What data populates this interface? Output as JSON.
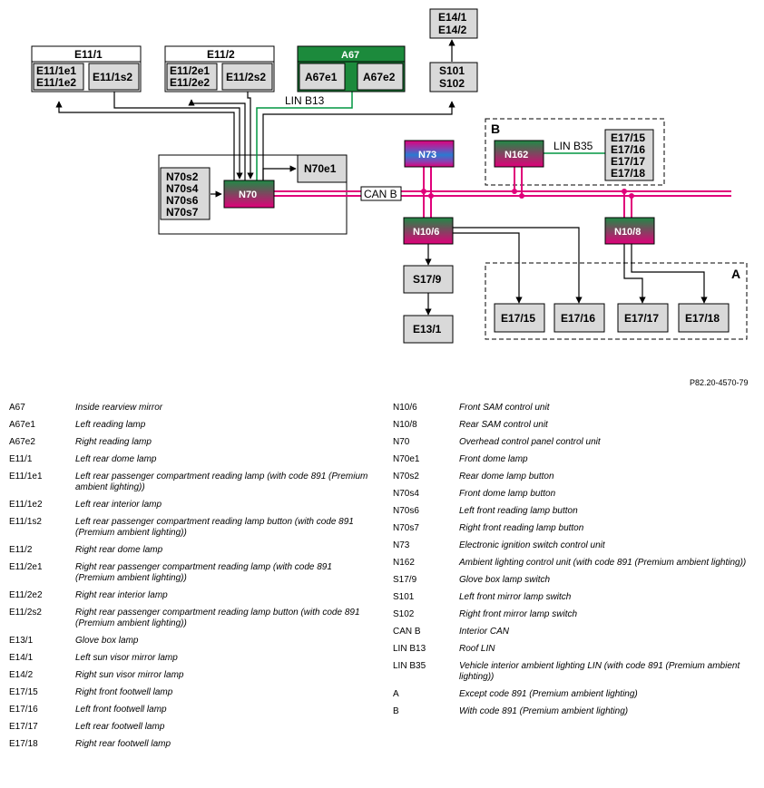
{
  "reference": "P82.20-4570-79",
  "blocks": {
    "e11_1": "E11/1",
    "e11_1e1": "E11/1e1",
    "e11_1e2": "E11/1e2",
    "e11_1s2": "E11/1s2",
    "e11_2": "E11/2",
    "e11_2e1": "E11/2e1",
    "e11_2e2": "E11/2e2",
    "e11_2s2": "E11/2s2",
    "a67": "A67",
    "a67e1": "A67e1",
    "a67e2": "A67e2",
    "e14_1": "E14/1",
    "e14_2": "E14/2",
    "s101": "S101",
    "s102": "S102",
    "n70s2": "N70s2",
    "n70s4": "N70s4",
    "n70s6": "N70s6",
    "n70s7": "N70s7",
    "n70": "N70",
    "n70e1": "N70e1",
    "n73": "N73",
    "n162": "N162",
    "e17_15": "E17/15",
    "e17_16": "E17/16",
    "e17_17": "E17/17",
    "e17_18": "E17/18",
    "n10_6": "N10/6",
    "n10_8": "N10/8",
    "s17_9": "S17/9",
    "e13_1": "E13/1",
    "lin_b13": "LIN B13",
    "lin_b35": "LIN B35",
    "can_b": "CAN B",
    "group_a": "A",
    "group_b": "B"
  },
  "colors": {
    "can": "#e0007a",
    "lin": "#009640",
    "a67_header": "#1c8a3c",
    "box": "#d9d9d9"
  },
  "legend_left": [
    {
      "code": "A67",
      "desc": "Inside rearview mirror"
    },
    {
      "code": "A67e1",
      "desc": "Left reading lamp"
    },
    {
      "code": "A67e2",
      "desc": "Right reading lamp"
    },
    {
      "code": "E11/1",
      "desc": "Left rear dome lamp"
    },
    {
      "code": "E11/1e1",
      "desc": "Left rear passenger compartment reading lamp (with code 891 (Premium ambient lighting))"
    },
    {
      "code": "E11/1e2",
      "desc": "Left rear interior lamp"
    },
    {
      "code": "E11/1s2",
      "desc": "Left rear passenger compartment reading lamp button (with code 891 (Premium ambient lighting))"
    },
    {
      "code": "E11/2",
      "desc": "Right rear dome lamp"
    },
    {
      "code": "E11/2e1",
      "desc": "Right rear passenger compartment reading lamp (with code 891 (Premium ambient lighting))"
    },
    {
      "code": "E11/2e2",
      "desc": "Right rear interior lamp"
    },
    {
      "code": "E11/2s2",
      "desc": "Right rear passenger compartment reading lamp button (with code 891 (Premium ambient lighting))"
    },
    {
      "code": "E13/1",
      "desc": "Glove box lamp"
    },
    {
      "code": "E14/1",
      "desc": "Left sun visor mirror lamp"
    },
    {
      "code": "E14/2",
      "desc": "Right sun visor mirror lamp"
    },
    {
      "code": "E17/15",
      "desc": "Right front footwell lamp"
    },
    {
      "code": "E17/16",
      "desc": "Left front footwell lamp"
    },
    {
      "code": "E17/17",
      "desc": "Left rear footwell lamp"
    },
    {
      "code": "E17/18",
      "desc": "Right rear footwell lamp"
    }
  ],
  "legend_right": [
    {
      "code": "N10/6",
      "desc": "Front SAM control unit"
    },
    {
      "code": "N10/8",
      "desc": "Rear SAM control unit"
    },
    {
      "code": "N70",
      "desc": "Overhead control panel control unit"
    },
    {
      "code": "N70e1",
      "desc": "Front dome lamp"
    },
    {
      "code": "N70s2",
      "desc": "Rear dome lamp button"
    },
    {
      "code": "N70s4",
      "desc": "Front dome lamp button"
    },
    {
      "code": "N70s6",
      "desc": "Left front reading lamp button"
    },
    {
      "code": "N70s7",
      "desc": "Right front reading lamp button"
    },
    {
      "code": "N73",
      "desc": "Electronic ignition switch control unit"
    },
    {
      "code": "N162",
      "desc": "Ambient lighting control unit (with code 891 (Premium ambient lighting))"
    },
    {
      "code": "S17/9",
      "desc": "Glove box lamp switch"
    },
    {
      "code": "S101",
      "desc": "Left front mirror lamp switch"
    },
    {
      "code": "S102",
      "desc": "Right front mirror lamp switch"
    },
    {
      "code": "CAN B",
      "desc": "Interior CAN"
    },
    {
      "code": "LIN B13",
      "desc": "Roof LIN"
    },
    {
      "code": "LIN B35",
      "desc": "Vehicle interior ambient lighting LIN (with code 891 (Premium ambient lighting))"
    },
    {
      "code": "A",
      "desc": "Except code 891 (Premium ambient lighting)"
    },
    {
      "code": "B",
      "desc": "With code 891 (Premium ambient lighting)"
    }
  ]
}
